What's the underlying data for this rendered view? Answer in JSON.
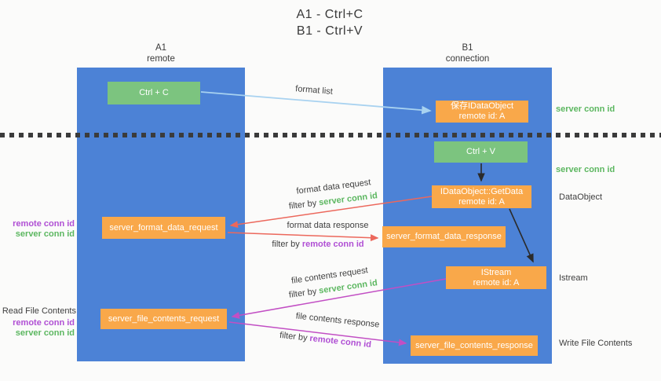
{
  "title": {
    "line1": "A1 - Ctrl+C",
    "line2": "B1 - Ctrl+V"
  },
  "lifelines": {
    "left": {
      "name": "A1",
      "role": "remote"
    },
    "right": {
      "name": "B1",
      "role": "connection"
    }
  },
  "nodes": {
    "ctrl_c": {
      "label": "Ctrl + C"
    },
    "ctrl_v": {
      "label": "Ctrl + V"
    },
    "save_dataobject": {
      "line1": "保存IDataObject",
      "line2": "remote id: A"
    },
    "getdata": {
      "line1": "IDataObject::GetData",
      "line2": "remote id: A"
    },
    "istream": {
      "line1": "IStream",
      "line2": "remote id: A"
    },
    "format_request": {
      "label": "server_format_data_request"
    },
    "format_response": {
      "label": "server_format_data_response"
    },
    "file_request": {
      "label": "server_file_contents_request"
    },
    "file_response": {
      "label": "server_file_contents_response"
    }
  },
  "annotations": {
    "server_conn_id_top": "server conn id",
    "server_conn_id_mid": "server conn id",
    "dataobject": "DataObject",
    "istream": "Istream",
    "write_file_contents": "Write File Contents",
    "read_file_contents": "Read File Contents",
    "request_remote_conn_id": "remote conn id",
    "request_server_conn_id": "server conn id",
    "file_remote_conn_id": "remote conn id",
    "file_server_conn_id": "server conn id"
  },
  "flows": {
    "format_list": {
      "label": "format list"
    },
    "format_data_request": {
      "label": "format data request",
      "filter_prefix": "filter by",
      "filter_key": "server conn id"
    },
    "format_data_response": {
      "label": "format data response",
      "filter_prefix": "filter by",
      "filter_key": "remote conn id"
    },
    "file_contents_request": {
      "label": "file contents request",
      "filter_prefix": "filter by",
      "filter_key": "server conn id"
    },
    "file_contents_response": {
      "label": "file contents response",
      "filter_prefix": "filter by",
      "filter_key": "remote conn id"
    }
  },
  "colors": {
    "lifeline_blue": "#4c82d6",
    "green_box": "#7cc47f",
    "orange_box": "#f9a84a",
    "green_label": "#5cb760",
    "purple_label": "#b04fd4",
    "red_arrow": "#ec685c",
    "magenta_arrow": "#c24fc4",
    "light_blue_arrow": "#a8d2f0",
    "black_arrow": "#2b2b2b"
  }
}
